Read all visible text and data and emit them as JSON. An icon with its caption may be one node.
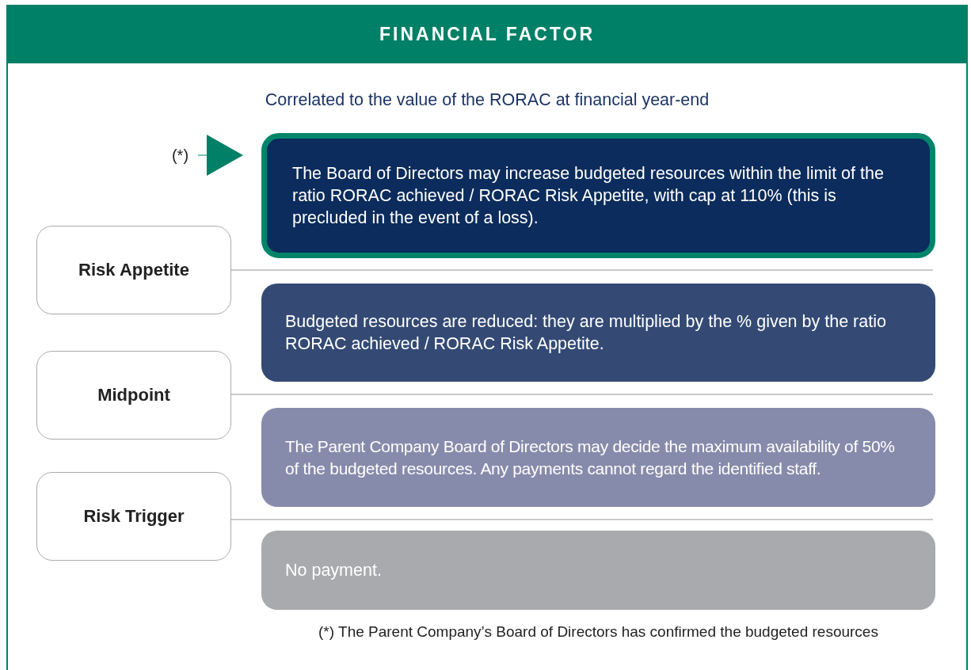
{
  "diagram": {
    "title": "FINANCIAL FACTOR",
    "nodes": [
      {
        "text": [
          "(*)"
        ]
      },
      {
        "text": [
          "The Board of Directors may increase budgeted resources within the limit of the ratio RORAC achieved / RORAC Risk Appetite, with  cap at 110% (this is precluded in the event of a loss)."
        ]
      },
      {
        "text": [
          "Risk Appetite"
        ]
      },
      {
        "text": [
          "Budgeted resources are reduced: they are multiplied by the % given by the ratio RORAC achieved  / RORAC Risk Appetite."
        ]
      },
      {
        "text": [
          "Midpoint"
        ]
      },
      {
        "text": [
          "The Parent Company Board of Directors may decide the maximum availability of 50% of the budgeted resources. Any payments cannot regard the identified staff."
        ]
      },
      {
        "text": [
          "Risk Trigger"
        ]
      },
      {
        "text": [
          "No payment."
        ]
      }
    ],
    "edges": [
      {
        "from": 0,
        "to": 1,
        "arrow": "to"
      }
    ],
    "labels": [
      "Correlated to the value of the RORAC at financial year-end",
      "(*) The Parent Company’s Board of Directors has confirmed the budgeted resources"
    ]
  }
}
